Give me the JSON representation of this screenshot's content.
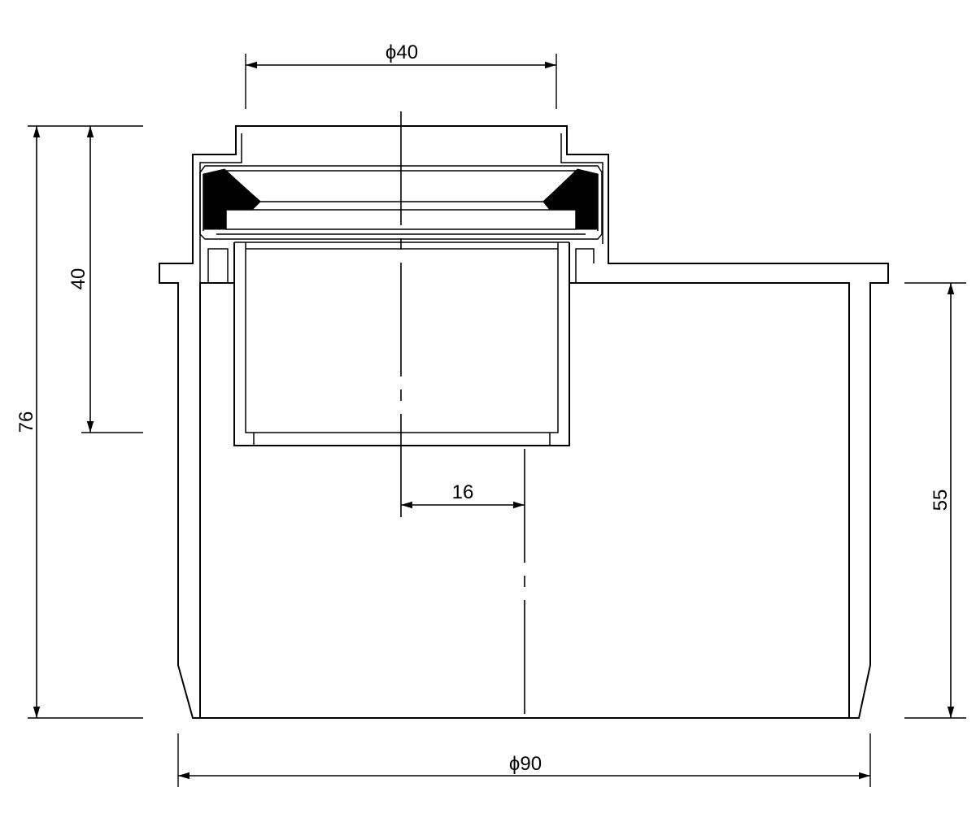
{
  "dimensions": {
    "top_diameter": "ϕ40",
    "bottom_diameter": "ϕ90",
    "overall_height": "76",
    "inlet_depth": "40",
    "socket_height": "55",
    "offset": "16"
  }
}
